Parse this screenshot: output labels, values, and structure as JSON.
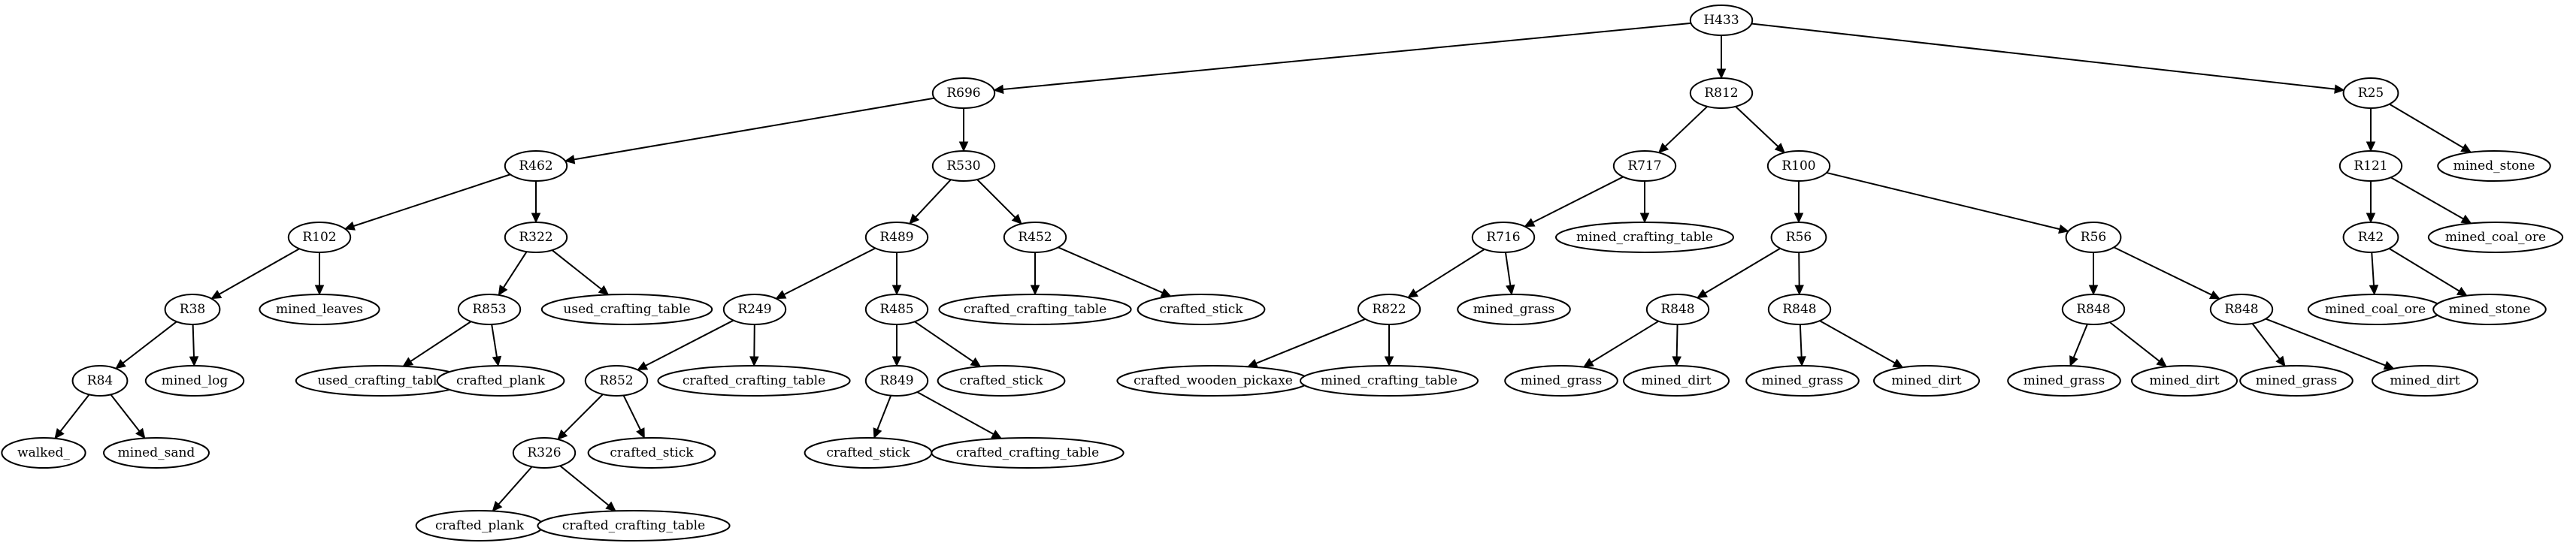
{
  "tree": {
    "nodes": [
      {
        "id": "H433",
        "label": "H433"
      },
      {
        "id": "R696",
        "label": "R696"
      },
      {
        "id": "R812",
        "label": "R812"
      },
      {
        "id": "R25",
        "label": "R25"
      },
      {
        "id": "R462",
        "label": "R462"
      },
      {
        "id": "R530",
        "label": "R530"
      },
      {
        "id": "R717",
        "label": "R717"
      },
      {
        "id": "R100",
        "label": "R100"
      },
      {
        "id": "R121",
        "label": "R121"
      },
      {
        "id": "L_mined_stone_1",
        "label": "mined_stone"
      },
      {
        "id": "R102",
        "label": "R102"
      },
      {
        "id": "R322",
        "label": "R322"
      },
      {
        "id": "R489",
        "label": "R489"
      },
      {
        "id": "R452",
        "label": "R452"
      },
      {
        "id": "R716",
        "label": "R716"
      },
      {
        "id": "L_mined_crafting_table_1",
        "label": "mined_crafting_table"
      },
      {
        "id": "R56a",
        "label": "R56"
      },
      {
        "id": "R56b",
        "label": "R56"
      },
      {
        "id": "R42",
        "label": "R42"
      },
      {
        "id": "L_mined_coal_ore_1",
        "label": "mined_coal_ore"
      },
      {
        "id": "R38",
        "label": "R38"
      },
      {
        "id": "L_mined_leaves",
        "label": "mined_leaves"
      },
      {
        "id": "R853",
        "label": "R853"
      },
      {
        "id": "L_used_crafting_table_1",
        "label": "used_crafting_table"
      },
      {
        "id": "R249",
        "label": "R249"
      },
      {
        "id": "R485",
        "label": "R485"
      },
      {
        "id": "L_crafted_crafting_table_1",
        "label": "crafted_crafting_table"
      },
      {
        "id": "L_crafted_stick_1",
        "label": "crafted_stick"
      },
      {
        "id": "R822",
        "label": "R822"
      },
      {
        "id": "L_mined_grass_1",
        "label": "mined_grass"
      },
      {
        "id": "R848a",
        "label": "R848"
      },
      {
        "id": "R848b",
        "label": "R848"
      },
      {
        "id": "R848c",
        "label": "R848"
      },
      {
        "id": "R848d",
        "label": "R848"
      },
      {
        "id": "L_mined_coal_ore_2",
        "label": "mined_coal_ore"
      },
      {
        "id": "L_mined_stone_2",
        "label": "mined_stone"
      },
      {
        "id": "R84",
        "label": "R84"
      },
      {
        "id": "L_mined_log",
        "label": "mined_log"
      },
      {
        "id": "L_used_crafting_table_2",
        "label": "used_crafting_table"
      },
      {
        "id": "L_crafted_plank_1",
        "label": "crafted_plank"
      },
      {
        "id": "R852",
        "label": "R852"
      },
      {
        "id": "L_crafted_crafting_table_2",
        "label": "crafted_crafting_table"
      },
      {
        "id": "R849",
        "label": "R849"
      },
      {
        "id": "L_crafted_stick_2",
        "label": "crafted_stick"
      },
      {
        "id": "L_crafted_wooden_pickaxe",
        "label": "crafted_wooden_pickaxe"
      },
      {
        "id": "L_mined_crafting_table_2",
        "label": "mined_crafting_table"
      },
      {
        "id": "L_mined_grass_2",
        "label": "mined_grass"
      },
      {
        "id": "L_mined_dirt_1",
        "label": "mined_dirt"
      },
      {
        "id": "L_mined_grass_3",
        "label": "mined_grass"
      },
      {
        "id": "L_mined_dirt_2",
        "label": "mined_dirt"
      },
      {
        "id": "L_mined_grass_4",
        "label": "mined_grass"
      },
      {
        "id": "L_mined_dirt_3",
        "label": "mined_dirt"
      },
      {
        "id": "L_mined_grass_5",
        "label": "mined_grass"
      },
      {
        "id": "L_mined_dirt_4",
        "label": "mined_dirt"
      },
      {
        "id": "L_walked",
        "label": "walked_"
      },
      {
        "id": "L_mined_sand",
        "label": "mined_sand"
      },
      {
        "id": "R326",
        "label": "R326"
      },
      {
        "id": "L_crafted_stick_3",
        "label": "crafted_stick"
      },
      {
        "id": "L_crafted_stick_4",
        "label": "crafted_stick"
      },
      {
        "id": "L_crafted_crafting_table_3",
        "label": "crafted_crafting_table"
      },
      {
        "id": "L_crafted_plank_2",
        "label": "crafted_plank"
      },
      {
        "id": "L_crafted_crafting_table_4",
        "label": "crafted_crafting_table"
      }
    ],
    "edges": [
      [
        "H433",
        "R696"
      ],
      [
        "H433",
        "R812"
      ],
      [
        "H433",
        "R25"
      ],
      [
        "R696",
        "R462"
      ],
      [
        "R696",
        "R530"
      ],
      [
        "R812",
        "R717"
      ],
      [
        "R812",
        "R100"
      ],
      [
        "R25",
        "R121"
      ],
      [
        "R25",
        "L_mined_stone_1"
      ],
      [
        "R462",
        "R102"
      ],
      [
        "R462",
        "R322"
      ],
      [
        "R530",
        "R489"
      ],
      [
        "R530",
        "R452"
      ],
      [
        "R717",
        "R716"
      ],
      [
        "R717",
        "L_mined_crafting_table_1"
      ],
      [
        "R100",
        "R56a"
      ],
      [
        "R100",
        "R56b"
      ],
      [
        "R121",
        "R42"
      ],
      [
        "R121",
        "L_mined_coal_ore_1"
      ],
      [
        "R102",
        "R38"
      ],
      [
        "R102",
        "L_mined_leaves"
      ],
      [
        "R322",
        "R853"
      ],
      [
        "R322",
        "L_used_crafting_table_1"
      ],
      [
        "R489",
        "R249"
      ],
      [
        "R489",
        "R485"
      ],
      [
        "R452",
        "L_crafted_crafting_table_1"
      ],
      [
        "R452",
        "L_crafted_stick_1"
      ],
      [
        "R716",
        "R822"
      ],
      [
        "R716",
        "L_mined_grass_1"
      ],
      [
        "R56a",
        "R848a"
      ],
      [
        "R56a",
        "R848b"
      ],
      [
        "R56b",
        "R848c"
      ],
      [
        "R56b",
        "R848d"
      ],
      [
        "R42",
        "L_mined_coal_ore_2"
      ],
      [
        "R42",
        "L_mined_stone_2"
      ],
      [
        "R38",
        "R84"
      ],
      [
        "R38",
        "L_mined_log"
      ],
      [
        "R853",
        "L_used_crafting_table_2"
      ],
      [
        "R853",
        "L_crafted_plank_1"
      ],
      [
        "R249",
        "R852"
      ],
      [
        "R249",
        "L_crafted_crafting_table_2"
      ],
      [
        "R485",
        "R849"
      ],
      [
        "R485",
        "L_crafted_stick_2"
      ],
      [
        "R822",
        "L_crafted_wooden_pickaxe"
      ],
      [
        "R822",
        "L_mined_crafting_table_2"
      ],
      [
        "R848a",
        "L_mined_grass_2"
      ],
      [
        "R848a",
        "L_mined_dirt_1"
      ],
      [
        "R848b",
        "L_mined_grass_3"
      ],
      [
        "R848b",
        "L_mined_dirt_2"
      ],
      [
        "R848c",
        "L_mined_grass_4"
      ],
      [
        "R848c",
        "L_mined_dirt_3"
      ],
      [
        "R848d",
        "L_mined_grass_5"
      ],
      [
        "R848d",
        "L_mined_dirt_4"
      ],
      [
        "R84",
        "L_walked"
      ],
      [
        "R84",
        "L_mined_sand"
      ],
      [
        "R852",
        "R326"
      ],
      [
        "R852",
        "L_crafted_stick_3"
      ],
      [
        "R849",
        "L_crafted_stick_4"
      ],
      [
        "R849",
        "L_crafted_crafting_table_3"
      ],
      [
        "R326",
        "L_crafted_plank_2"
      ],
      [
        "R326",
        "L_crafted_crafting_table_4"
      ]
    ]
  }
}
